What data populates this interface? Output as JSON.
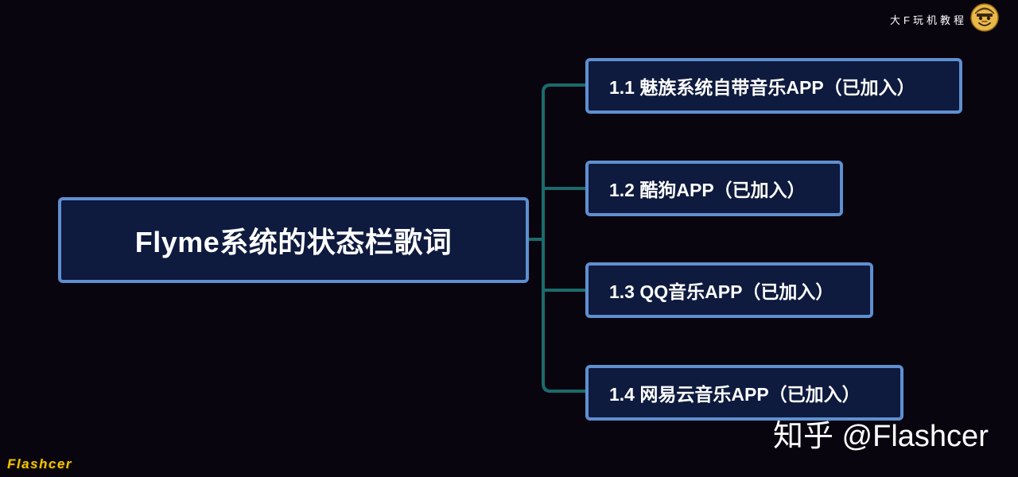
{
  "mindmap": {
    "root": "Flyme系统的状态栏歌词",
    "children": [
      "1.1 魅族系统自带音乐APP（已加入）",
      "1.2 酷狗APP（已加入）",
      "1.3 QQ音乐APP（已加入）",
      "1.4 网易云音乐APP（已加入）"
    ],
    "connector_color": "#1b6b6b",
    "node_border_color": "#5f8fd0",
    "node_fill_color": "#0e1a3e"
  },
  "header": {
    "brand": "大F玩机教程",
    "avatar_icon": "cartoon-face-icon"
  },
  "watermarks": {
    "zhihu": "知乎 @Flashcer",
    "flashcer": "Flashcer"
  },
  "colors": {
    "background": "#09050f",
    "watermark_yellow": "#f2c200"
  }
}
